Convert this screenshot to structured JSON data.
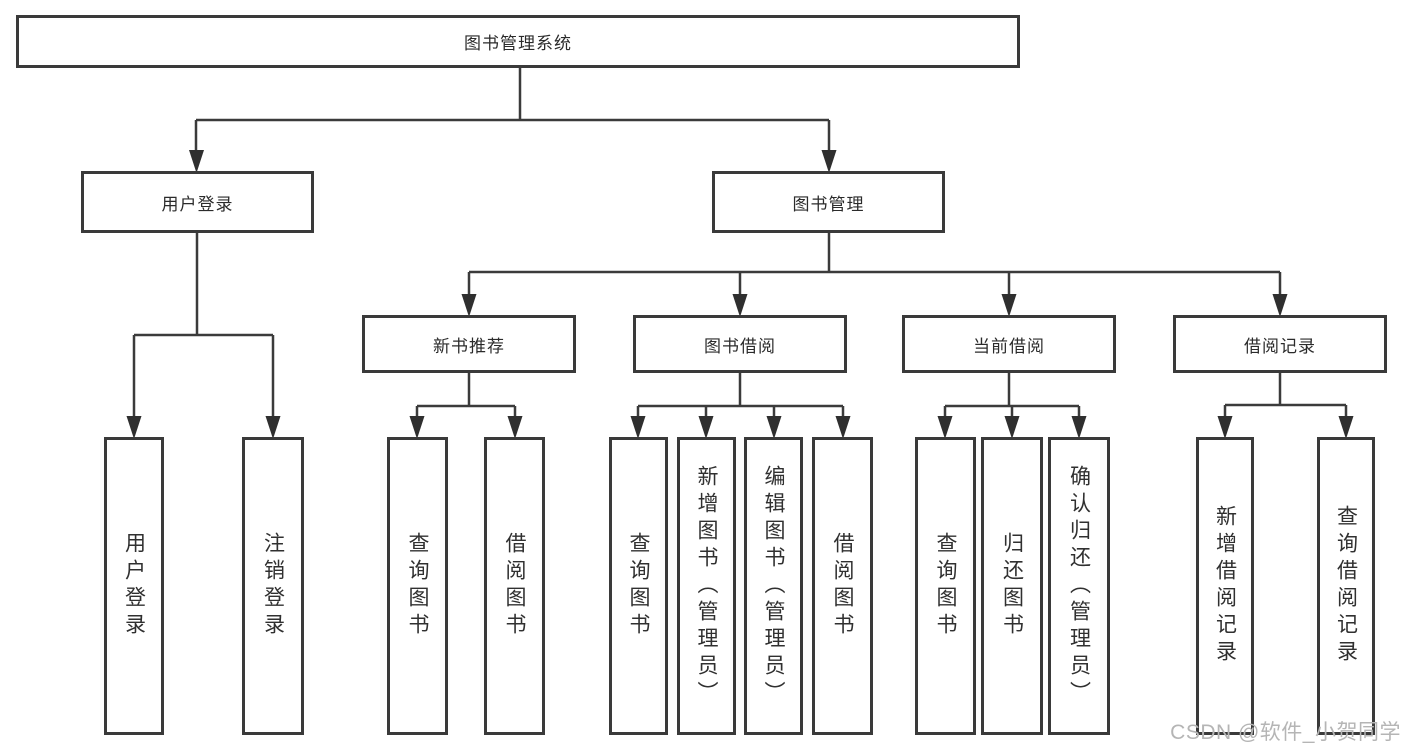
{
  "tree": {
    "label": "图书管理系统",
    "children": [
      {
        "label": "用户登录",
        "children": [
          {
            "label": "用户登录"
          },
          {
            "label": "注销登录"
          }
        ]
      },
      {
        "label": "图书管理",
        "children": [
          {
            "label": "新书推荐",
            "children": [
              {
                "label": "查询图书"
              },
              {
                "label": "借阅图书"
              }
            ]
          },
          {
            "label": "图书借阅",
            "children": [
              {
                "label": "查询图书"
              },
              {
                "label": "新增图书（管理员）"
              },
              {
                "label": "编辑图书（管理员）"
              },
              {
                "label": "借阅图书"
              }
            ]
          },
          {
            "label": "当前借阅",
            "children": [
              {
                "label": "查询图书"
              },
              {
                "label": "归还图书"
              },
              {
                "label": "确认归还（管理员）"
              }
            ]
          },
          {
            "label": "借阅记录",
            "children": [
              {
                "label": "新增借阅记录"
              },
              {
                "label": "查询借阅记录"
              }
            ]
          }
        ]
      }
    ]
  },
  "watermark": "CSDN @软件_小贺同学",
  "colors": {
    "box_border": "#3a3a3a",
    "connector": "#3b3b3b",
    "text": "#2b2b2b",
    "watermark": "#b5b5b5",
    "background": "#ffffff"
  }
}
